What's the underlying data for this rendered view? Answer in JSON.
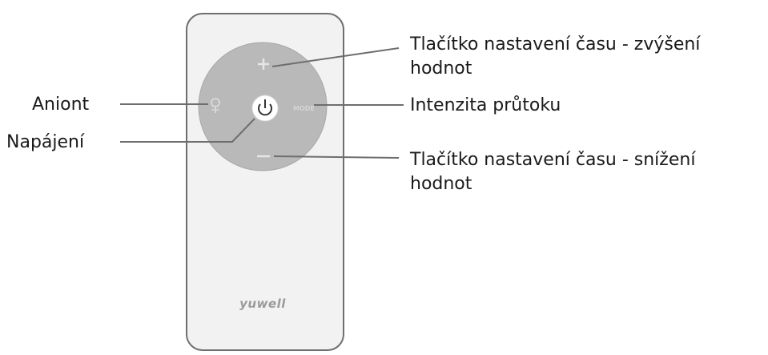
{
  "labels": {
    "anion": "Aniont",
    "power": "Napájení",
    "time_up_line1": "Tlačítko nastavení času - zvýšení",
    "time_up_line2": "hodnot",
    "flow": "Intenzita průtoku",
    "time_down_line1": "Tlačítko nastavení času - snížení",
    "time_down_line2": "hodnot"
  },
  "device": {
    "brand": "yuwell",
    "mode_button_text": "MODE"
  },
  "icons": {
    "plus": "plus-icon",
    "minus": "minus-icon",
    "power": "power-icon",
    "anion": "anion-icon"
  },
  "colors": {
    "remote_body": "#f2f2f2",
    "remote_outline": "#6e6e6e",
    "control_disc": "#b9b9b9",
    "button_symbols": "#e6e6e6",
    "power_button": "#ffffff",
    "leader_lines": "#6e6e6e",
    "text": "#1a1a1a"
  }
}
